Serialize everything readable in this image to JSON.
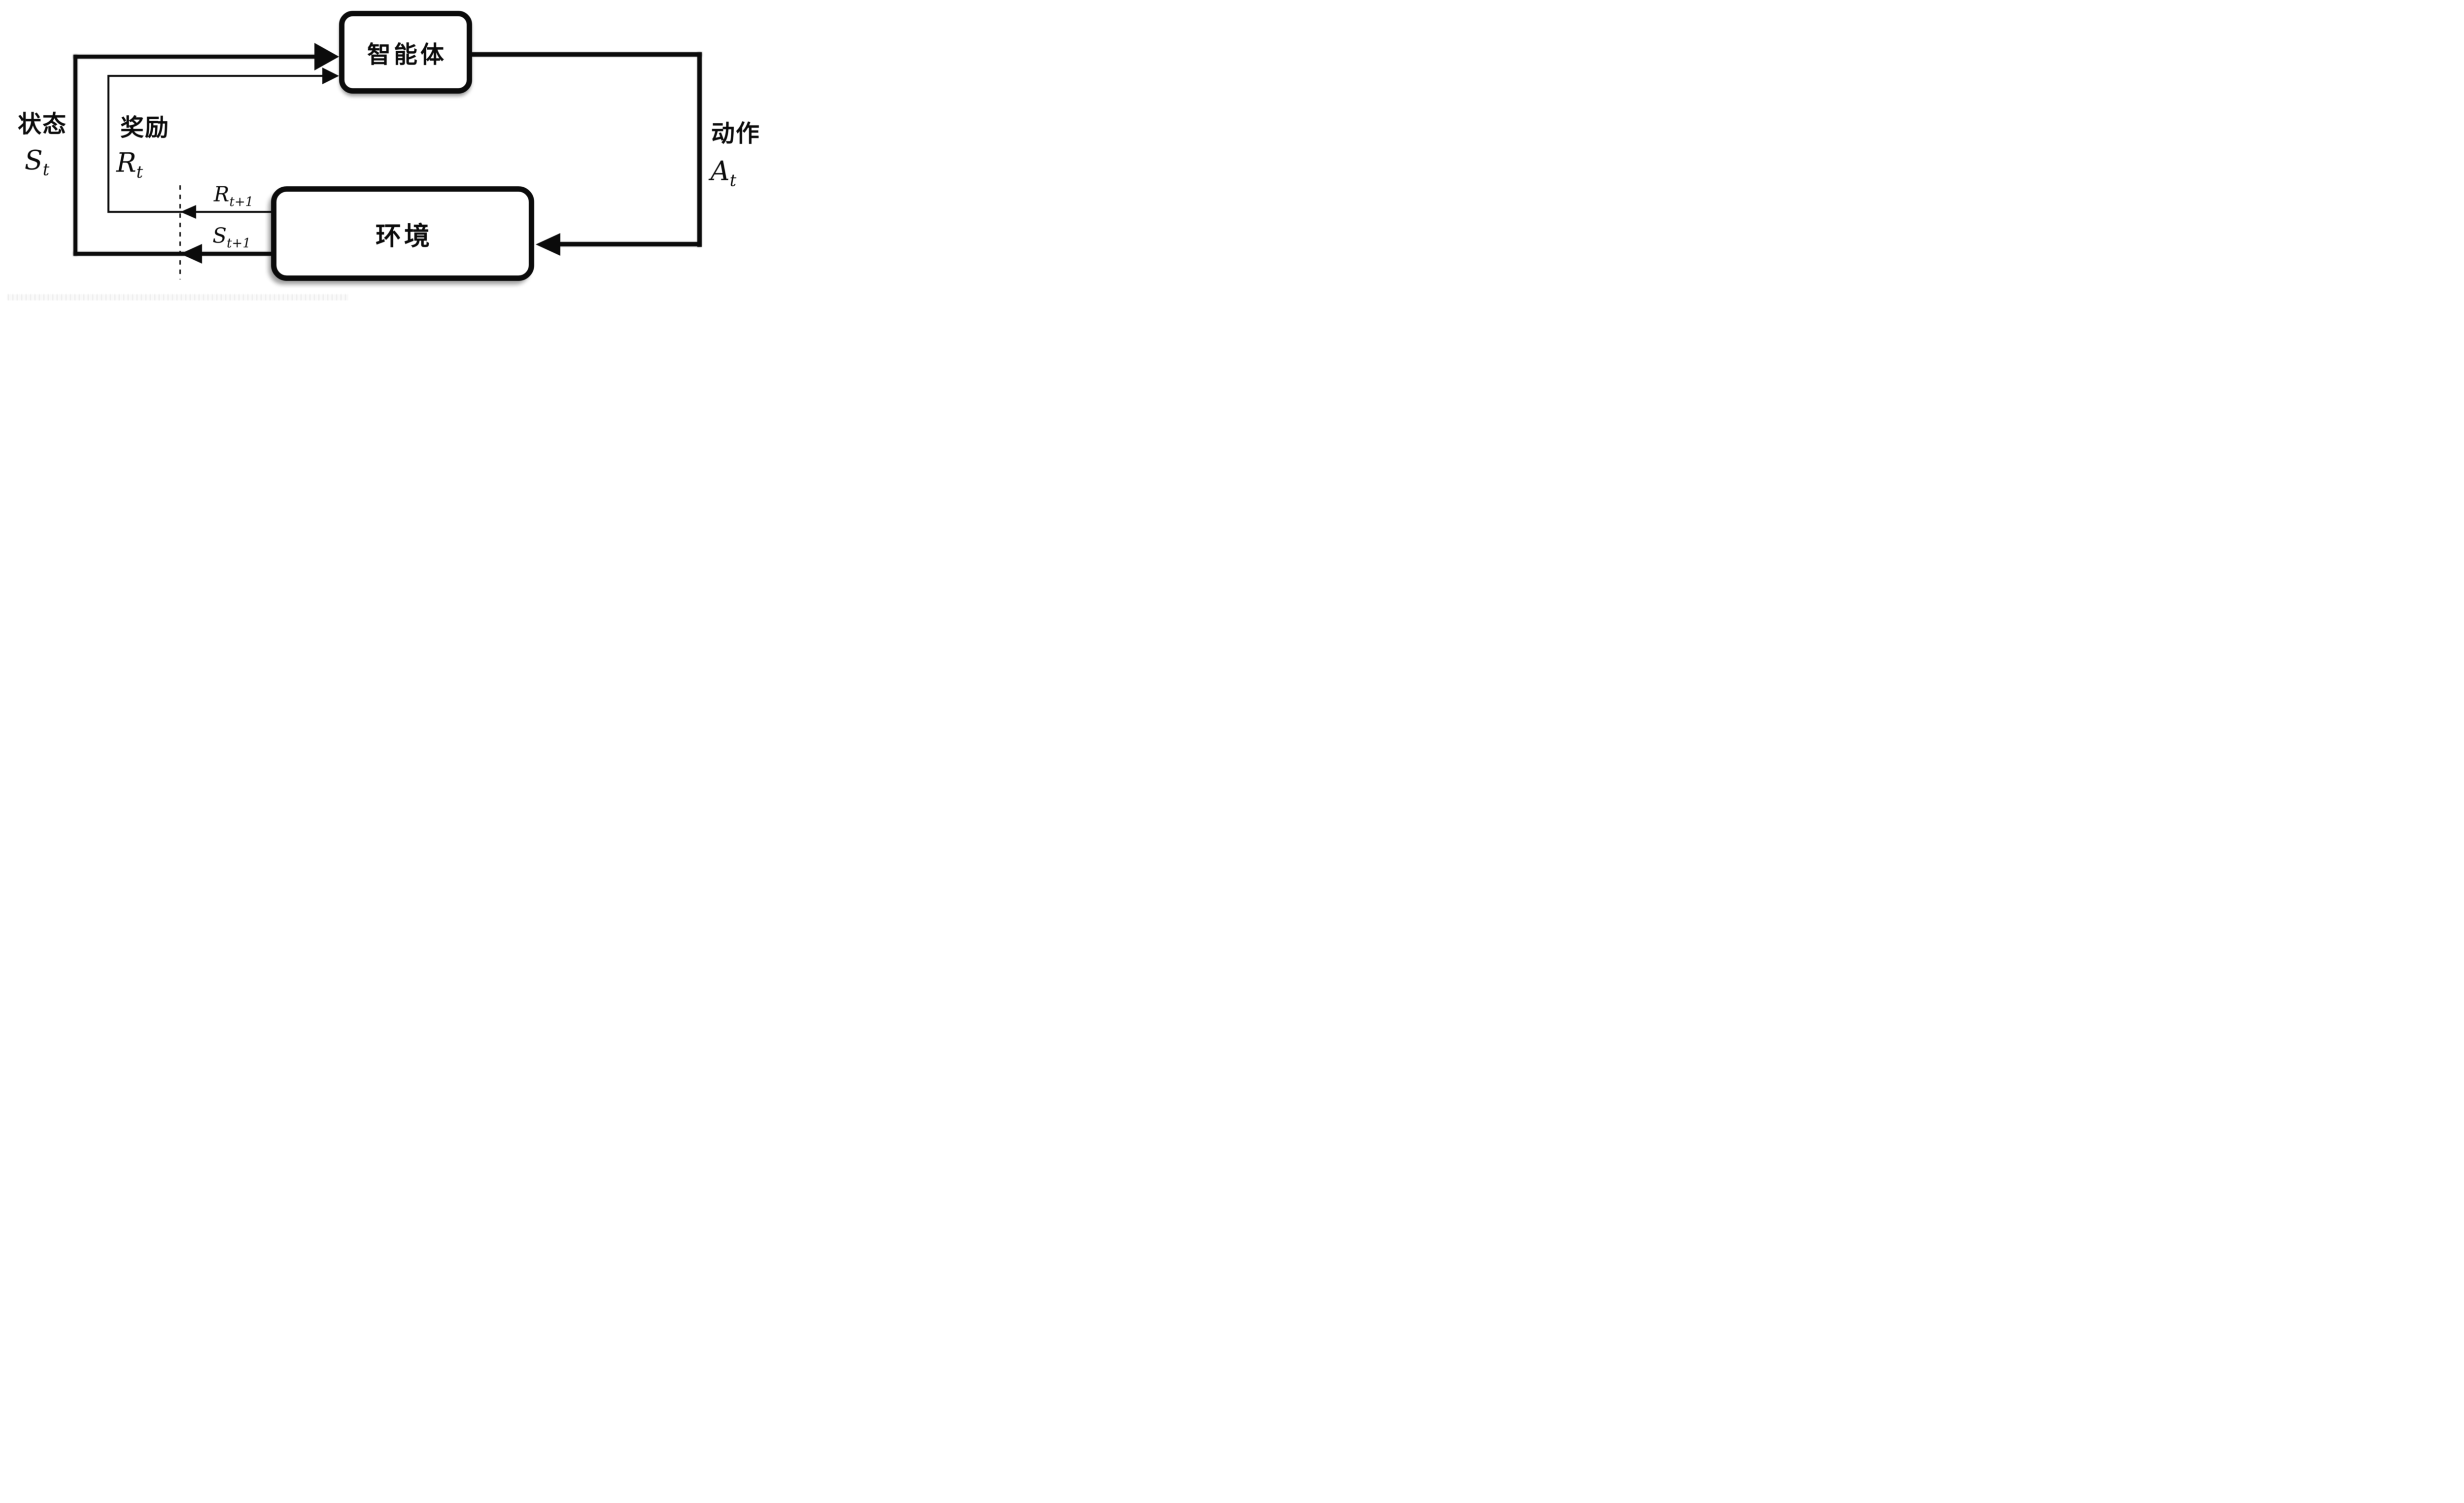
{
  "diagram": {
    "type": "reinforcement-learning-loop",
    "colors": {
      "ink": "#0b0b0b",
      "background": "#ffffff"
    },
    "nodes": {
      "agent": {
        "label": "智能体"
      },
      "environment": {
        "label": "环境"
      }
    },
    "signals": {
      "state": {
        "name_cn": "状态",
        "symbol": "S",
        "subscript": "t"
      },
      "reward": {
        "name_cn": "奖励",
        "symbol": "R",
        "subscript": "t"
      },
      "action": {
        "name_cn": "动作",
        "symbol": "A",
        "subscript": "t"
      },
      "next_reward": {
        "symbol": "R",
        "subscript": "t+1"
      },
      "next_state": {
        "symbol": "S",
        "subscript": "t+1"
      }
    }
  }
}
